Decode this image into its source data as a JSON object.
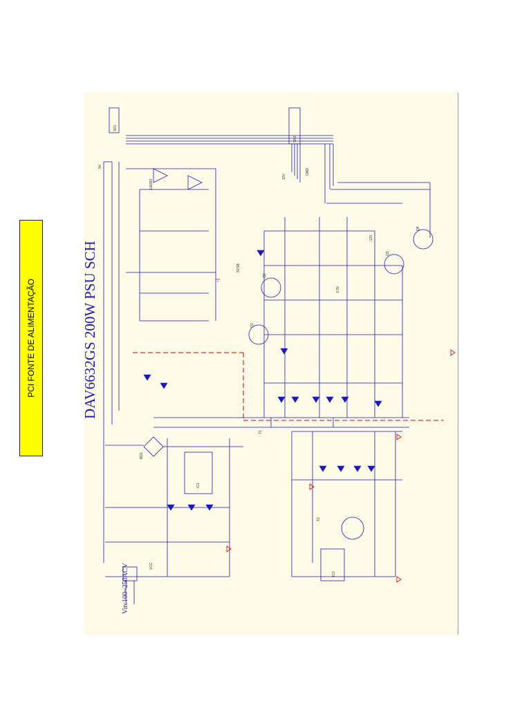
{
  "side_tag": {
    "text": "PCI FONTE DE ALIMENTAÇÃO",
    "color": "#ffff00"
  },
  "schematic": {
    "title": "DAV6632GS 200W PSU SCH",
    "input_label": "Vin:100~250ACV",
    "title_color": "#1a1ab8",
    "wire_color": "#1a1ab8",
    "diode_color": "#1a1ab8",
    "isolation_line_color": "#cc0000",
    "component_labels": [
      "SK1",
      "SK2",
      "LM393",
      "T1",
      "T2",
      "IC1",
      "IC2",
      "Q1",
      "Q2",
      "Q3",
      "Q4",
      "BD1",
      "VCC",
      "5V",
      "12V",
      "3.3V",
      "5VSB",
      "-12V",
      "GND"
    ]
  }
}
